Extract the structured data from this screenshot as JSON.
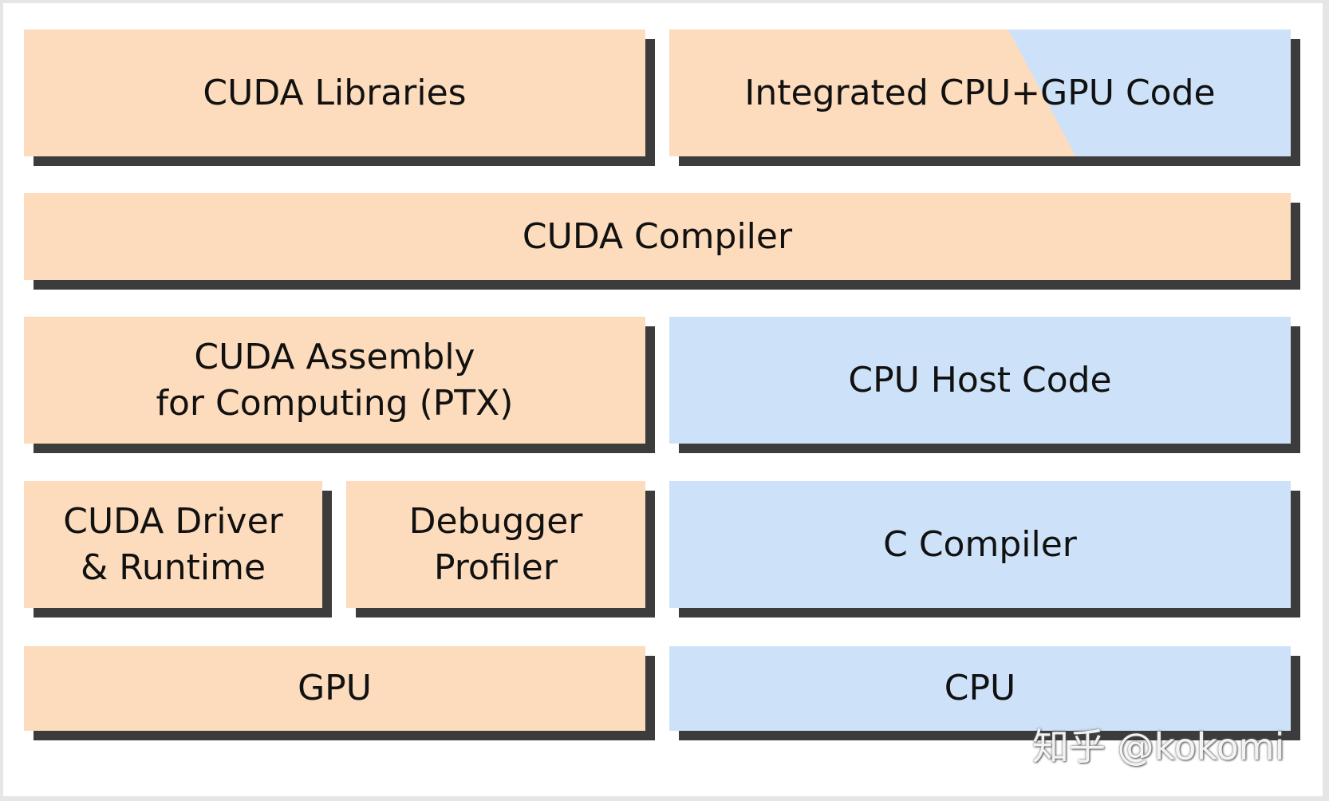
{
  "blocks": {
    "cuda_libraries": "CUDA Libraries",
    "integrated_code": "Integrated CPU+GPU Code",
    "cuda_compiler": "CUDA Compiler",
    "cuda_assembly": [
      "CUDA Assembly",
      "for Computing (PTX)"
    ],
    "cpu_host_code": "CPU Host Code",
    "cuda_driver": [
      "CUDA Driver",
      "& Runtime"
    ],
    "debugger": [
      "Debugger",
      "Profiler"
    ],
    "c_compiler": "C Compiler",
    "gpu": "GPU",
    "cpu": "CPU"
  },
  "watermark": "知乎 @kokomi",
  "colors": {
    "gpu_side": "#fcdcbc",
    "cpu_side": "#cde2f9",
    "shadow": "#3c3c3c",
    "background": "#ffffff"
  }
}
